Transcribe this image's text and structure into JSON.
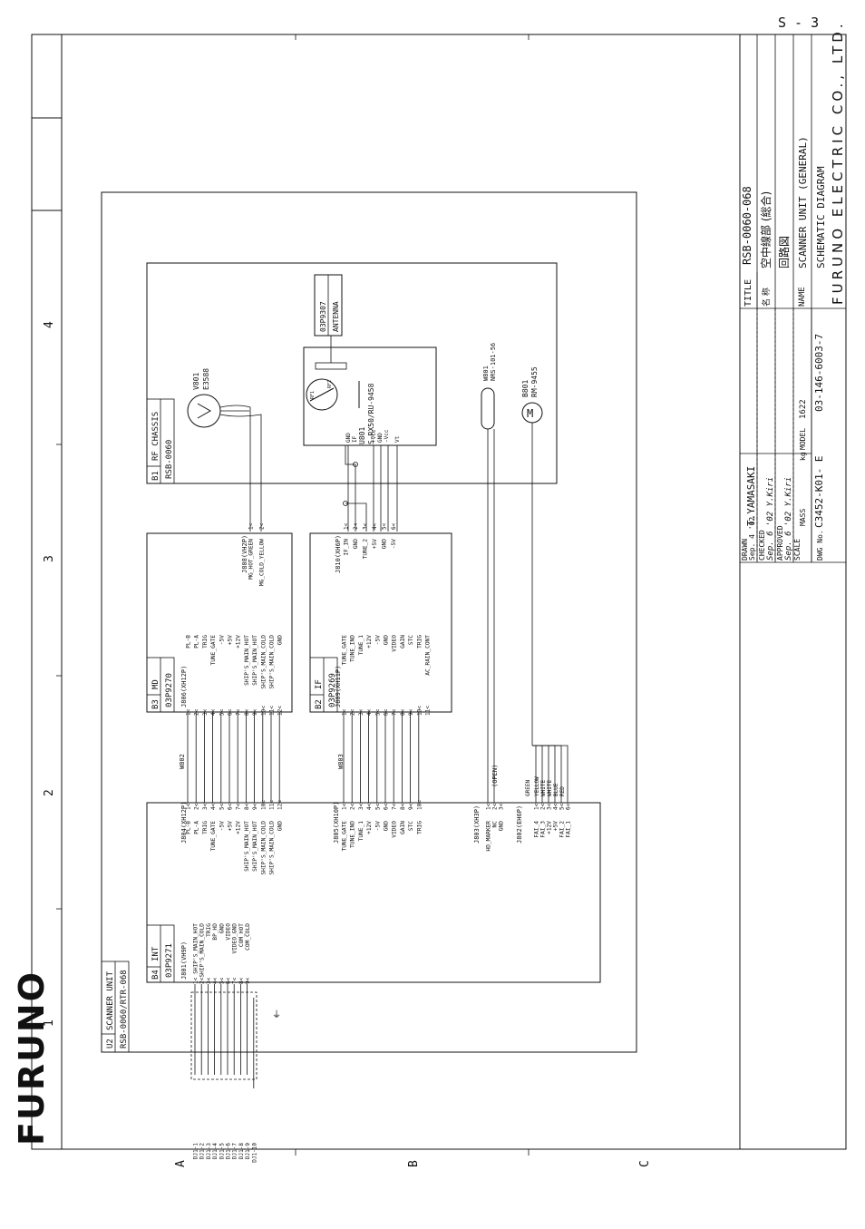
{
  "page_number": "S - 3",
  "zones": {
    "rows": [
      "1",
      "2",
      "3",
      "4"
    ],
    "cols": [
      "A",
      "B",
      "C"
    ]
  },
  "logo": "FURUNO",
  "title_block": {
    "title_label": "TITLE",
    "title_value": "RSB-0060-068",
    "jp_name_label": "名 称",
    "jp_name_1": "空中線部 (総合)",
    "jp_name_2": "回路図",
    "name_label": "NAME",
    "name_1": "SCANNER UNIT (GENERAL)",
    "name_2": "SCHEMATIC DIAGRAM",
    "company": "FURUNO ELECTRIC CO., LTD.",
    "drawn_label": "DRAWN",
    "drawn_date": "Sep. 4 '02",
    "drawn_name": "T.YAMASAKI",
    "checked_label": "CHECKED",
    "checked_sig": "Sep. 6 '02  Y.Kiri",
    "approved_label": "APPROVED",
    "approved_sig": "Sep. 6 '02  Y.Kiri",
    "scale_label": "SCALE",
    "mass_label": "MASS",
    "mass_unit": "kg",
    "dwg_label": "DWG No.",
    "dwg_no": "C3452-K01- E",
    "model_label": "MODEL",
    "model_value": "1622",
    "doc_no": "03-146-6003-7"
  },
  "scanner_unit": {
    "ref": "U2",
    "name": "SCANNER UNIT",
    "model": "RSB-0060/RTR-068"
  },
  "int_board": {
    "ref": "B4",
    "name": "INT",
    "pcb": "03P9271",
    "j801_title": "J801(VH9P)",
    "j801_pins": [
      "SHIP'S_MAIN_HOT",
      "SHIP'S_MAIN_COLD",
      "TRIG",
      "BP_HD",
      "GND",
      "VIDEO",
      "VIDEO_GND",
      "COM_HOT",
      "COM_COLD"
    ],
    "j804_title": "J804(XH12P)",
    "j804_pins": [
      "PL-B",
      "PL-A",
      "TRIG",
      "TUNE_GATE",
      "-5V",
      "+5V",
      "+12V",
      "SHIP'S_MAIN_HOT",
      "SHIP'S_MAIN_HOT",
      "SHIP'S_MAIN_COLD",
      "SHIP'S_MAIN_COLD",
      "GND"
    ],
    "j805_title": "J805(XH10P)",
    "j805_pins": [
      "TUNE_GATE",
      "TUNE_IND",
      "TUNE_1",
      "+12V",
      "-5V",
      "GND",
      "VIDEO",
      "GAIN",
      "STC",
      "TRIG"
    ],
    "j803_title": "J803(XH3P)",
    "j803_pins": [
      "HD_MARKER",
      "NC",
      "GND"
    ],
    "j802_title": "J802(EH6P)",
    "j802_pins": [
      "FAI_4",
      "FAI_3",
      "+12V",
      "+5V",
      "FAI_2",
      "FAI_1"
    ]
  },
  "dj1_labels": [
    "DJ1-1",
    "DJ1-2",
    "DJ1-3",
    "DJ1-4",
    "DJ1-5",
    "DJ1-6",
    "DJ1-7",
    "DJ1-8",
    "DJ1-9",
    "DJ1-10"
  ],
  "md_board": {
    "ref": "B3",
    "name": "MD",
    "pcb": "03P9270",
    "j806_title": "J806(XH12P)",
    "j806_pins": [
      "PL-B",
      "PL-A",
      "TRIG",
      "TUNE_GATE",
      "-5V",
      "+5V",
      "+12V",
      "SHIP'S_MAIN_HOT",
      "SHIP'S_MAIN_HOT",
      "SHIP'S_MAIN_COLD",
      "SHIP'S_MAIN_COLD",
      "GND"
    ],
    "j808_title": "J808(VH2P)",
    "j808_pins": [
      "MG_HOT_GREEN",
      "MG_COLD_YELLOW"
    ]
  },
  "if_board": {
    "ref": "B2",
    "name": "IF",
    "pcb": "03P9269",
    "j809_title": "J809(XH11P)",
    "j809_pins": [
      "TUNE_GATE",
      "TUNE_IND",
      "TUNE_1",
      "+12V",
      "-5V",
      "GND",
      "VIDEO",
      "GAIN",
      "STC",
      "TRIG",
      "AC_RAIN_CONT"
    ],
    "j810_title": "J810(XH6P)",
    "j810_pins": [
      "IF_IN",
      "GND",
      "TUNE_2",
      "+5V",
      "GND",
      "-5V"
    ]
  },
  "rf_chassis": {
    "ref": "B1",
    "name": "RF CHASSIS",
    "model": "RSB-0060",
    "magnetron_ref": "V801",
    "magnetron_part": "E3588",
    "circulator_ref": "U801",
    "circulator_part": "S-RX50/RU-9458",
    "circ_pins": [
      "GND",
      "IF",
      "+Vcc",
      "GND",
      "-Vcc",
      "Vt"
    ],
    "antenna_pcb": "03P9307",
    "antenna_label": "ANTENNA",
    "ring_labels": [
      "RF1",
      "RF2"
    ]
  },
  "cables": {
    "w802": "W802",
    "w803": "W803",
    "w801": "W801",
    "w801_part": "NRS-101-56",
    "open_label": "(OPEN)"
  },
  "motor": {
    "ref": "B801",
    "part": "RM-9455",
    "symbol": "M"
  },
  "motor_wires": [
    "GREEN",
    "YELLOW",
    "WHITE",
    "WHITE",
    "BLUE",
    "RED"
  ],
  "ground_symbol": "⏚"
}
